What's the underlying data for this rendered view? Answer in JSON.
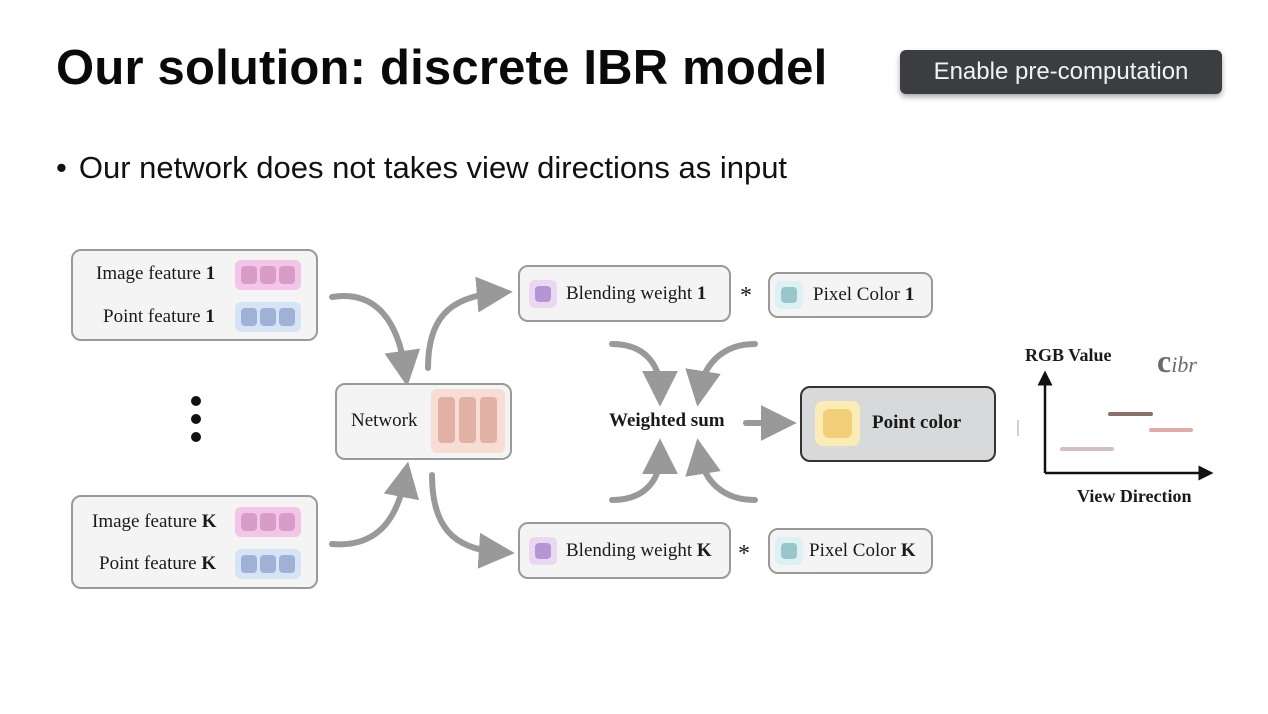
{
  "slide": {
    "title": "Our solution: discrete IBR model",
    "badge": "Enable pre-computation",
    "bullet_marker": "•",
    "bullet": "Our network does not takes view directions as input"
  },
  "diagram": {
    "feature_group_1": {
      "image_feature": "Image feature",
      "image_index": "1",
      "point_feature": "Point feature",
      "point_index": "1"
    },
    "feature_group_k": {
      "image_feature": "Image feature",
      "image_index": "K",
      "point_feature": "Point feature",
      "point_index": "K"
    },
    "network_label": "Network",
    "blend_1": {
      "label": "Blending weight",
      "index": "1"
    },
    "blend_k": {
      "label": "Blending weight",
      "index": "K"
    },
    "pixel_1": {
      "label": "Pixel Color",
      "index": "1"
    },
    "pixel_k": {
      "label": "Pixel Color",
      "index": "K"
    },
    "multiply_symbol": "*",
    "weighted_sum": "Weighted sum",
    "point_color": "Point color",
    "colors": {
      "image_chip": "#f3c6e8",
      "image_square": "#d89cc9",
      "point_chip": "#d6e4f5",
      "point_square": "#9fb2d6",
      "network_chip": "#f7ddd4",
      "network_bar": "#e0b1a4",
      "blend_chip": "#ead8f3",
      "blend_square": "#b595d3",
      "pixel_chip": "#ddf0f3",
      "pixel_square": "#98c6cc",
      "point_color_chip": "#fbecb5",
      "point_color_square": "#f0cf78",
      "arrow": "#999999"
    }
  },
  "plot": {
    "ylabel": "RGB Value",
    "xlabel": "View Direction",
    "symbol_main": "c",
    "symbol_sub": "ibr",
    "segment_colors": [
      "#d5bebe",
      "#8a7068",
      "#e3aaaa"
    ]
  }
}
